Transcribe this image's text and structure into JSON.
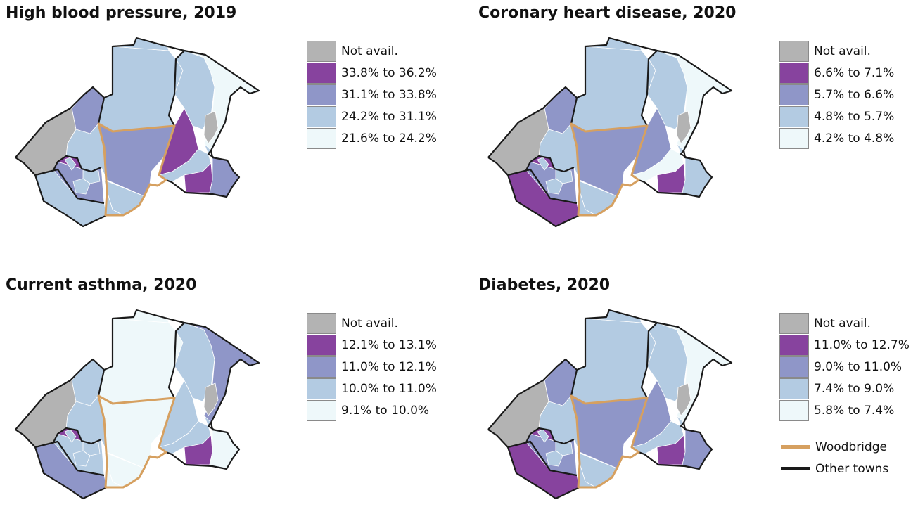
{
  "palette": {
    "na": "#b3b3b3",
    "q4": "#87439e",
    "q3": "#8f96c8",
    "q2": "#b3cbe2",
    "q1": "#eef8fa",
    "woodbridge": "#d6a060",
    "other_towns": "#1a1a1a"
  },
  "panels": [
    {
      "title": "High blood pressure, 2019",
      "legend": [
        "Not avail.",
        "33.8% to 36.2%",
        "31.1% to 33.8%",
        "24.2% to 31.1%",
        "21.6% to 24.2%"
      ],
      "fills": {
        "se": "q2",
        "sw": "q3",
        "sm1": "q4",
        "sm2": "q2",
        "sm3": "q2",
        "wb1": "q3",
        "wb2": "q2",
        "wb3": "q2",
        "ea": "q4",
        "eb": "q2",
        "ec": "q4",
        "ed": "q3",
        "n1": "q2",
        "n2": "q2",
        "e1": "q2",
        "e2": "q1",
        "e3": "q2",
        "gr": "na",
        "w1": "q3",
        "w2": "q2",
        "wg": "na",
        "wf": "q2"
      }
    },
    {
      "title": "Coronary heart disease, 2020",
      "legend": [
        "Not avail.",
        "6.6% to 7.1%",
        "5.7% to 6.6%",
        "4.8% to 5.7%",
        "4.2% to 4.8%"
      ],
      "fills": {
        "se": "q4",
        "sw": "q3",
        "sm1": "q4",
        "sm2": "q2",
        "sm3": "q2",
        "wb1": "q3",
        "wb2": "q2",
        "wb3": "q2",
        "ea": "q3",
        "eb": "q1",
        "ec": "q4",
        "ed": "q2",
        "n1": "q2",
        "n2": "q2",
        "e1": "q2",
        "e2": "q1",
        "e3": "q2",
        "gr": "na",
        "w1": "q3",
        "w2": "q2",
        "wg": "na",
        "wf": "q2"
      }
    },
    {
      "title": "Current asthma, 2020",
      "legend": [
        "Not avail.",
        "12.1% to 13.1%",
        "11.0% to 12.1%",
        "10.0% to 11.0%",
        "9.1% to 10.0%"
      ],
      "fills": {
        "se": "q3",
        "sw": "q2",
        "sm1": "q4",
        "sm2": "q2",
        "sm3": "q2",
        "wb1": "q1",
        "wb2": "q1",
        "wb3": "q1",
        "ea": "q2",
        "eb": "q2",
        "ec": "q4",
        "ed": "q1",
        "n1": "q1",
        "n2": "q1",
        "e1": "q2",
        "e2": "q3",
        "e3": "q2",
        "gr": "na",
        "w1": "q2",
        "w2": "q2",
        "wg": "na",
        "wf": "q2"
      }
    },
    {
      "title": "Diabetes, 2020",
      "legend": [
        "Not avail.",
        "11.0% to 12.7%",
        "9.0% to 11.0%",
        "7.4% to 9.0%",
        "5.8% to 7.4%"
      ],
      "fills": {
        "se": "q4",
        "sw": "q3",
        "sm1": "q4",
        "sm2": "q2",
        "sm3": "q2",
        "wb1": "q3",
        "wb2": "q2",
        "wb3": "q2",
        "ea": "q3",
        "eb": "q2",
        "ec": "q4",
        "ed": "q3",
        "n1": "q2",
        "n2": "q2",
        "e1": "q2",
        "e2": "q1",
        "e3": "q2",
        "gr": "na",
        "w1": "q3",
        "w2": "q2",
        "wg": "na",
        "wf": "q2"
      }
    }
  ],
  "boundary_legend": {
    "woodbridge": "Woodbridge",
    "other_towns": "Other towns"
  }
}
